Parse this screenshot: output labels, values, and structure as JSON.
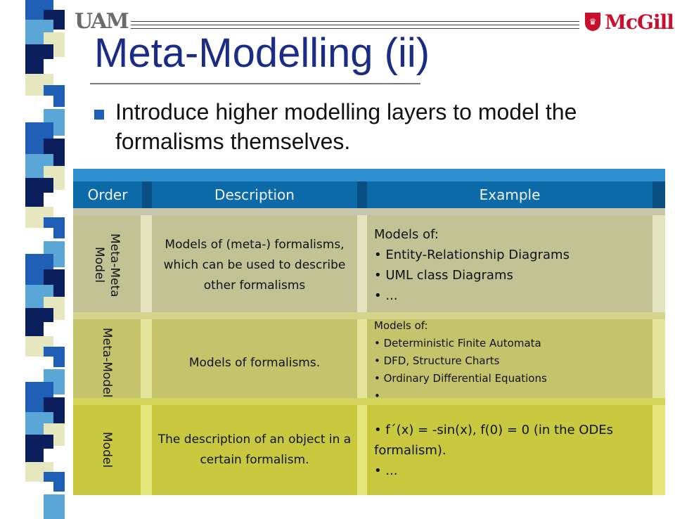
{
  "header": {
    "left_logo": "UAM",
    "right_logo": "McGill"
  },
  "slide": {
    "title": "Meta-Modelling (ii)",
    "bullet": "Introduce higher modelling layers to model the formalisms themselves."
  },
  "table": {
    "headers": {
      "order": "Order",
      "description": "Description",
      "example": "Example"
    },
    "rows": [
      {
        "order": "Meta-Meta Model",
        "description": "Models of (meta-) formalisms, which can be used to describe other formalisms",
        "example_heading": "Models of:",
        "example_items": [
          "Entity-Relationship Diagrams",
          "UML class Diagrams",
          "..."
        ]
      },
      {
        "order": "Meta-Model",
        "description": "Models of formalisms.",
        "example_heading": "Models of:",
        "example_items": [
          "Deterministic Finite Automata",
          "DFD, Structure Charts",
          "Ordinary Differential Equations",
          "..."
        ]
      },
      {
        "order": "Model",
        "description": "The description of an object in a certain formalism.",
        "example_items": [
          "f´(x) = -sin(x), f(0) = 0 (in the ODEs formalism).",
          "..."
        ]
      }
    ]
  },
  "colors": {
    "title": "#1a2c86",
    "bullet_marker": "#1f5fb5",
    "header_face": "#0c6aa8",
    "row1_face": "#c2c295",
    "row2_face": "#c5c46c",
    "row3_face": "#c9c83f",
    "mcgill_red": "#c8102e"
  }
}
